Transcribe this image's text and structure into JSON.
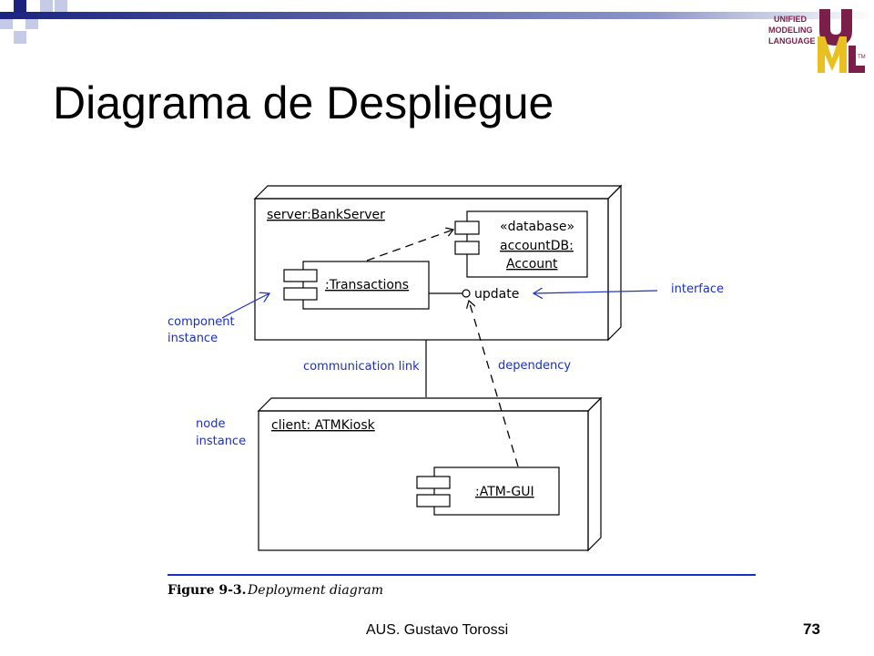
{
  "slide": {
    "title": "Diagrama de Despliegue",
    "footer": "AUS. Gustavo Torossi",
    "page_number": "73"
  },
  "logo": {
    "line1": "UNIFIED",
    "line2": "MODELING",
    "line3": "LANGUAGE",
    "letters": "UML",
    "tm": "TM"
  },
  "diagram": {
    "server_node_label": "server:BankServer",
    "database_stereotype": "«database»",
    "database_name_1": "accountDB:",
    "database_name_2": "Account",
    "transactions_label": ":Transactions",
    "interface_name": "update",
    "client_node_label": "client: ATMKiosk",
    "atm_gui_label": ":ATM-GUI",
    "annotations": {
      "component_instance_1": "component",
      "component_instance_2": "instance",
      "interface": "interface",
      "communication_link": "communication link",
      "dependency": "dependency",
      "node_instance_1": "node",
      "node_instance_2": "instance"
    },
    "caption_label": "Figure 9-3.",
    "caption_text": "Deployment diagram"
  },
  "colors": {
    "accent_blue": "#1a237e",
    "annotation_blue": "#1a2fc4",
    "logo_maroon": "#7a1f4a",
    "logo_yellow": "#e8c020"
  }
}
